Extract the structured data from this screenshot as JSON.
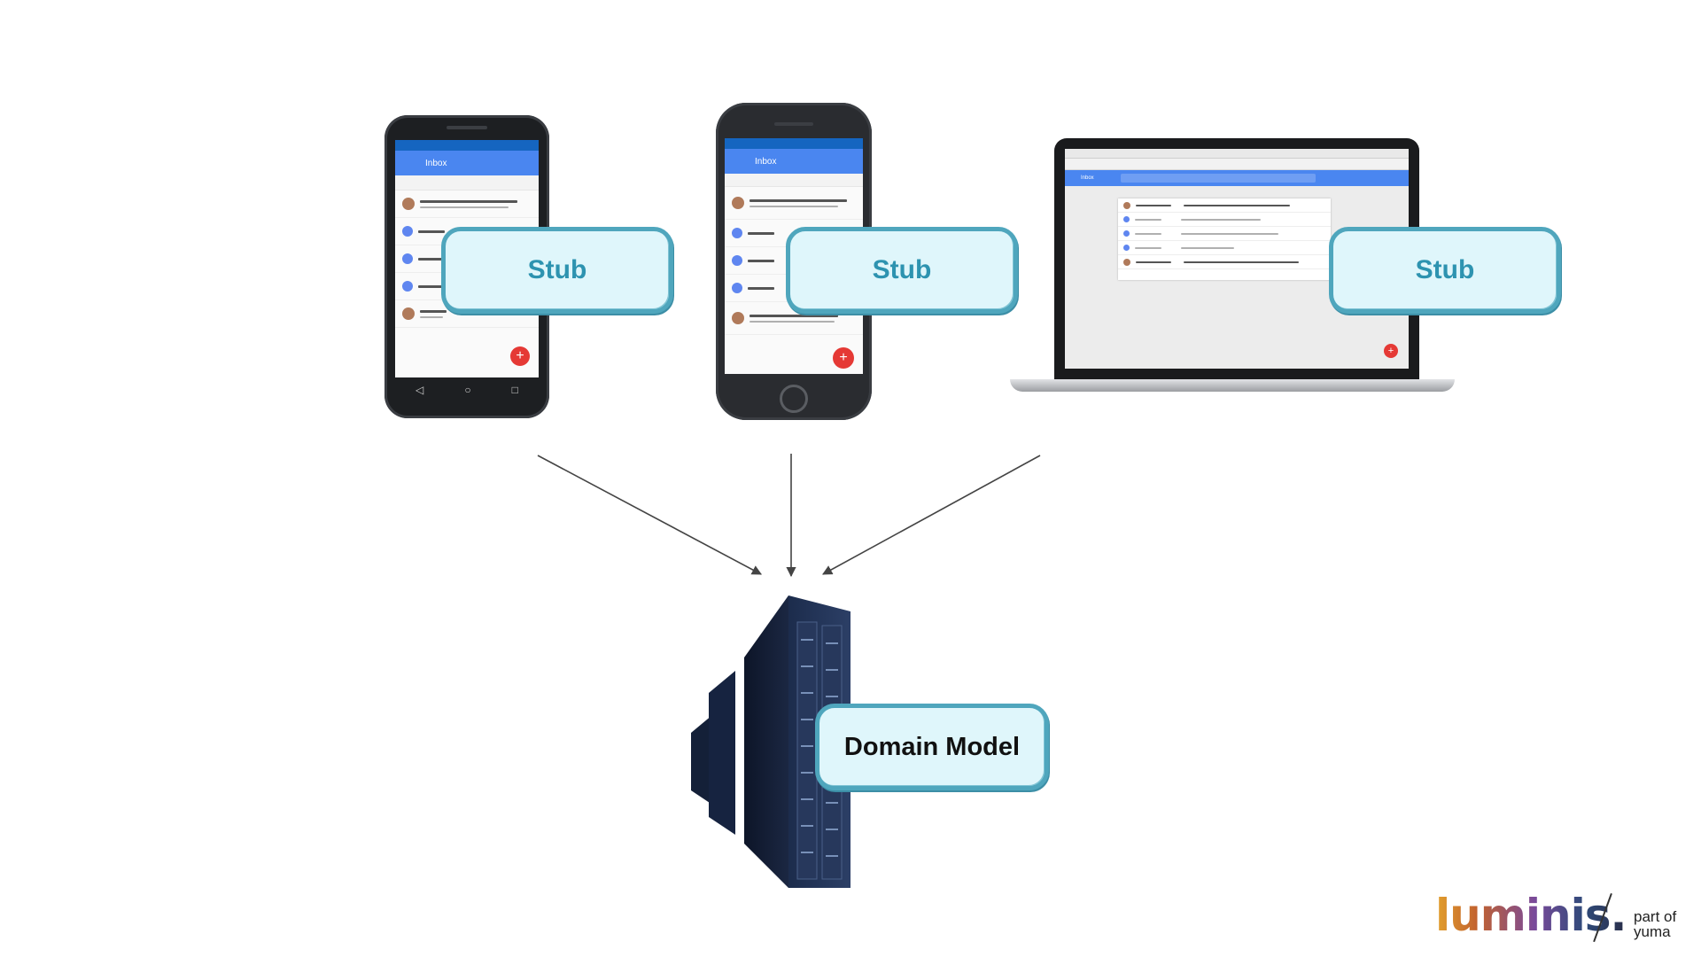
{
  "stubs": {
    "android_label": "Stub",
    "iphone_label": "Stub",
    "laptop_label": "Stub"
  },
  "domain_model": {
    "label": "Domain Model"
  },
  "devices": {
    "android": {
      "app_title": "Inbox"
    },
    "iphone": {
      "app_title": "Inbox"
    },
    "laptop": {
      "app_title": "Inbox"
    }
  },
  "logo": {
    "wordmark": "luminis.",
    "part_of_line1": "part of",
    "part_of_line2": "yuma"
  },
  "colors": {
    "stub_fill": "#dff6fb",
    "stub_border": "#4fa6bd",
    "stub_text": "#2d93b0",
    "arrow": "#444444"
  }
}
